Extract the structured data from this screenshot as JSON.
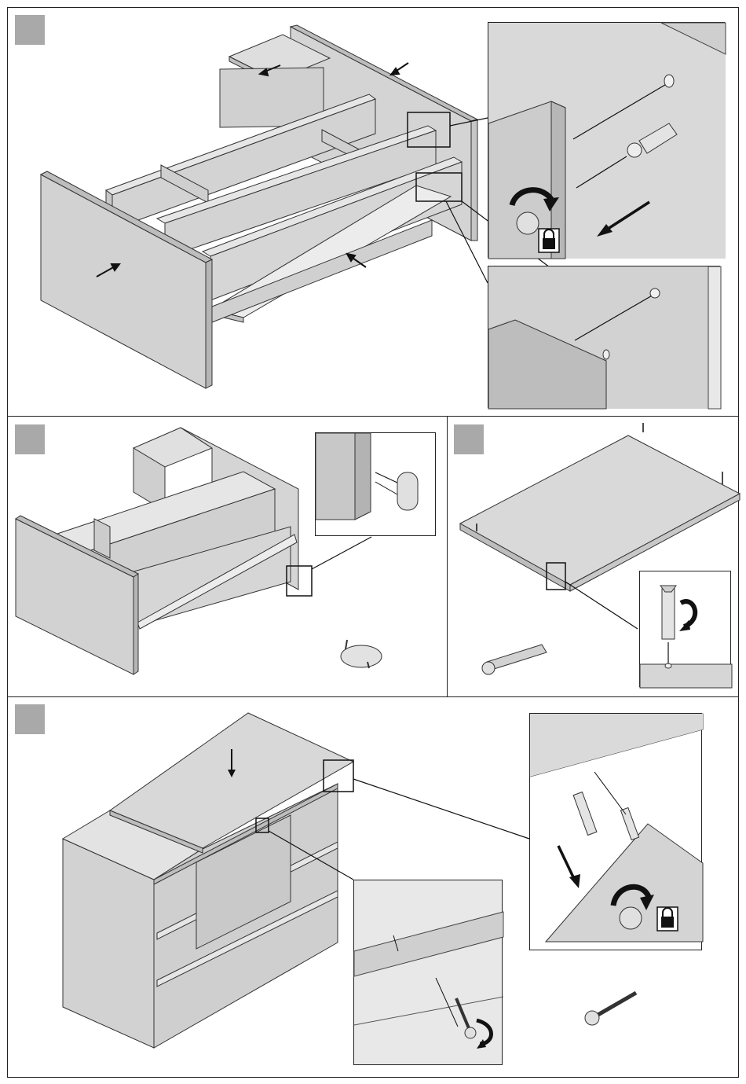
{
  "page": {
    "steps": [
      {
        "id": "step-1",
        "badge": ""
      },
      {
        "id": "step-2",
        "badge": ""
      },
      {
        "id": "step-3",
        "badge": ""
      },
      {
        "id": "step-4",
        "badge": ""
      }
    ]
  },
  "colors": {
    "panel_face": "#d8d8d8",
    "panel_edge": "#bdbdbd",
    "panel_light": "#e6e6e6",
    "badge": "#a9a9a9",
    "line": "#222222"
  },
  "icons": [
    "arrow-icon",
    "rotate-arrow-icon",
    "lock-icon",
    "cam-bolt-icon",
    "dowel-icon",
    "screw-icon",
    "foot-glide-icon"
  ]
}
